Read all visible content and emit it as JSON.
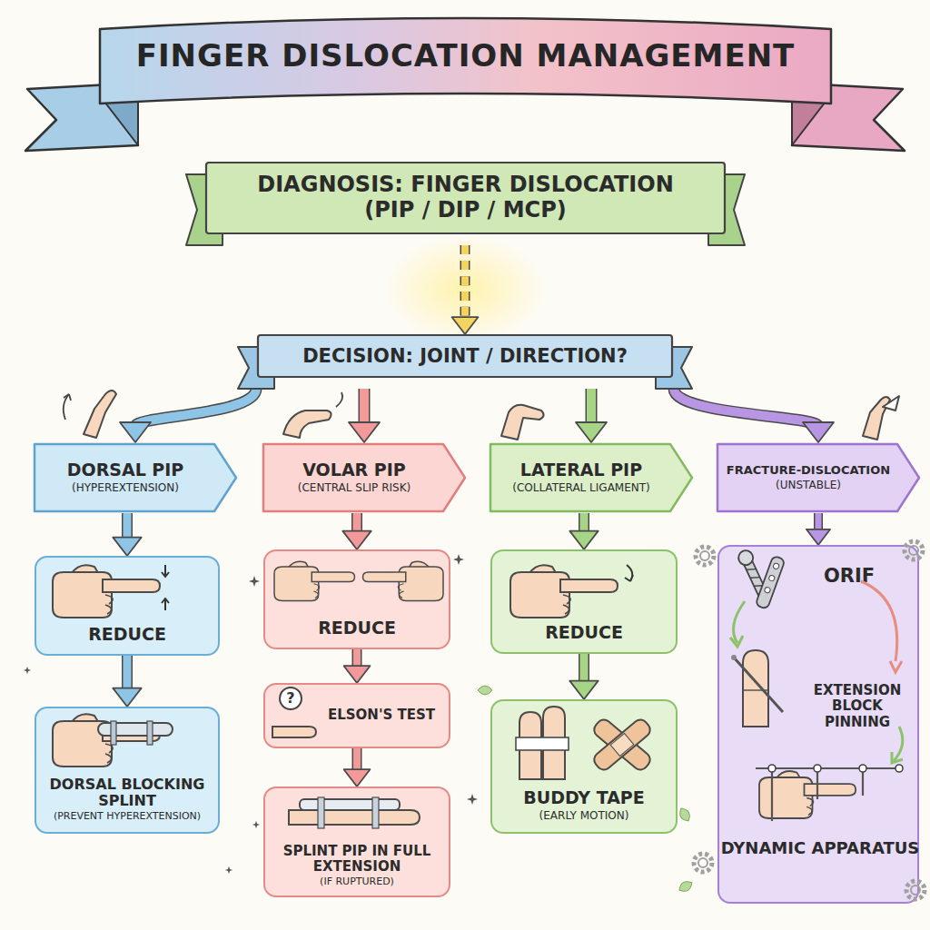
{
  "diagram": {
    "title": "FINGER DISLOCATION MANAGEMENT",
    "nodes": [
      {
        "text": [
          "DIAGNOSIS: FINGER DISLOCATION (PIP / DIP / MCP)"
        ]
      },
      {
        "text": [
          "DECISION: JOINT / DIRECTION?"
        ]
      },
      {
        "text": [
          "DORSAL PIP",
          "(HYPEREXTENSION)"
        ]
      },
      {
        "text": [
          "REDUCE"
        ]
      },
      {
        "text": [
          "DORSAL BLOCKING SPLINT",
          "(PREVENT HYPEREXTENSION)"
        ]
      },
      {
        "text": [
          "VOLAR PIP",
          "(CENTRAL SLIP RISK)"
        ]
      },
      {
        "text": [
          "REDUCE"
        ]
      },
      {
        "text": [
          "ELSON'S TEST"
        ]
      },
      {
        "text": [
          "SPLINT PIP IN FULL EXTENSION",
          "(IF RUPTURED)"
        ]
      },
      {
        "text": [
          "LATERAL PIP",
          "(COLLATERAL LIGAMENT)"
        ]
      },
      {
        "text": [
          "REDUCE"
        ]
      },
      {
        "text": [
          "BUDDY TAPE",
          "(EARLY MOTION)"
        ]
      },
      {
        "text": [
          "FRACTURE-DISLOCATION",
          "(UNSTABLE)"
        ]
      },
      {
        "text": [
          "ORIF",
          "EXTENSION BLOCK PINNING",
          "DYNAMIC APPARATUS"
        ]
      }
    ],
    "edges": [
      {
        "from": 0,
        "to": 1,
        "arrow": "to"
      },
      {
        "from": 1,
        "to": 2,
        "arrow": "to"
      },
      {
        "from": 1,
        "to": 5,
        "arrow": "to"
      },
      {
        "from": 1,
        "to": 9,
        "arrow": "to"
      },
      {
        "from": 1,
        "to": 12,
        "arrow": "to"
      },
      {
        "from": 2,
        "to": 3,
        "arrow": "to"
      },
      {
        "from": 3,
        "to": 4,
        "arrow": "to"
      },
      {
        "from": 5,
        "to": 6,
        "arrow": "to"
      },
      {
        "from": 6,
        "to": 7,
        "arrow": "to"
      },
      {
        "from": 7,
        "to": 8,
        "arrow": "to"
      },
      {
        "from": 9,
        "to": 10,
        "arrow": "to"
      },
      {
        "from": 10,
        "to": 11,
        "arrow": "to"
      },
      {
        "from": 12,
        "to": 13,
        "arrow": "to"
      }
    ],
    "labels": [
      "?"
    ]
  }
}
